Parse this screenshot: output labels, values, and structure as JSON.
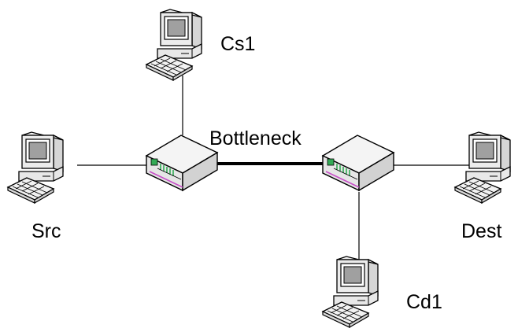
{
  "network": {
    "nodes": {
      "cs1": {
        "label": "Cs1",
        "kind": "computer"
      },
      "src": {
        "label": "Src",
        "kind": "computer"
      },
      "dest": {
        "label": "Dest",
        "kind": "computer"
      },
      "cd1": {
        "label": "Cd1",
        "kind": "computer"
      },
      "router_left": {
        "kind": "router"
      },
      "router_right": {
        "kind": "router"
      }
    },
    "links": [
      {
        "from": "src",
        "to": "router_left",
        "style": "thin"
      },
      {
        "from": "cs1",
        "to": "router_left",
        "style": "thin"
      },
      {
        "from": "router_left",
        "to": "router_right",
        "style": "thick",
        "label": "Bottleneck"
      },
      {
        "from": "router_right",
        "to": "dest",
        "style": "thin"
      },
      {
        "from": "router_right",
        "to": "cd1",
        "style": "thin"
      }
    ]
  },
  "colors": {
    "line": "#000000",
    "screen_frame": "#e6e6e6",
    "screen_inner": "#9a9a9a",
    "router_body": "#f0f0f0",
    "router_accent": "#33aa55",
    "router_stripe": "#c84fc8"
  },
  "icons": {
    "computer": "desktop-computer-icon",
    "router": "network-router-icon"
  }
}
